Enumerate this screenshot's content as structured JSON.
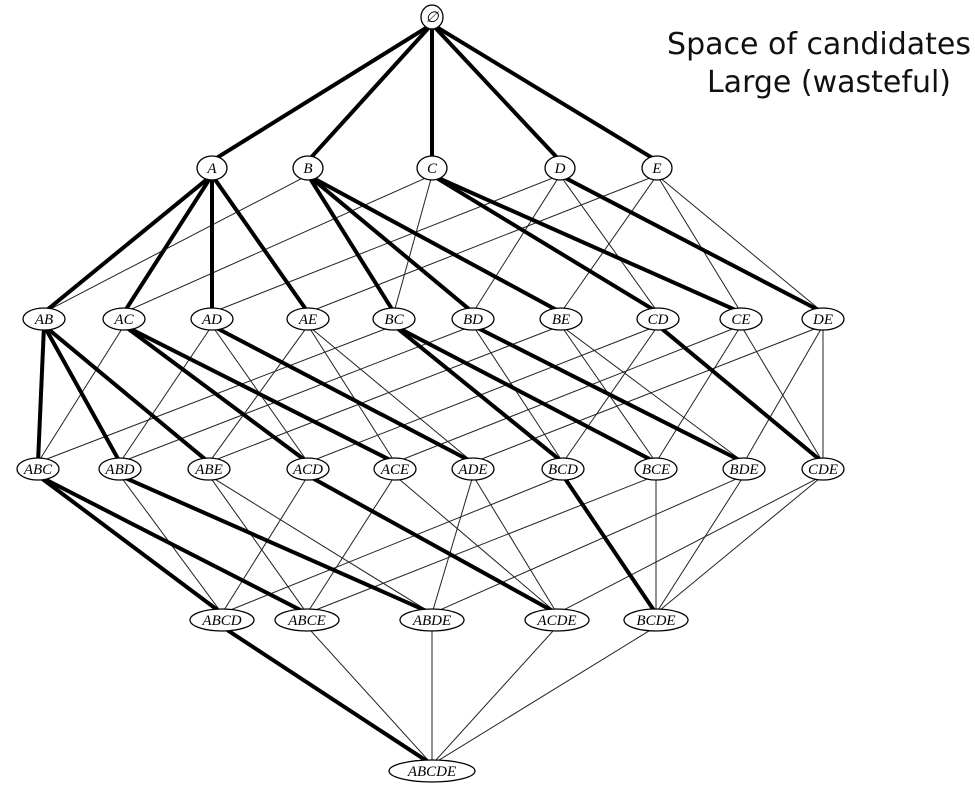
{
  "caption": {
    "line1": "Space of candidates",
    "line2": "Large (wasteful)"
  },
  "lattice": {
    "levels": [
      [
        "∅"
      ],
      [
        "A",
        "B",
        "C",
        "D",
        "E"
      ],
      [
        "AB",
        "AC",
        "AD",
        "AE",
        "BC",
        "BD",
        "BE",
        "CD",
        "CE",
        "DE"
      ],
      [
        "ABC",
        "ABD",
        "ABE",
        "ACD",
        "ACE",
        "ADE",
        "BCD",
        "BCE",
        "BDE",
        "CDE"
      ],
      [
        "ABCD",
        "ABCE",
        "ABDE",
        "ACDE",
        "BCDE"
      ],
      [
        "ABCDE"
      ]
    ],
    "bold_edges": [
      [
        "∅",
        "A"
      ],
      [
        "∅",
        "B"
      ],
      [
        "∅",
        "C"
      ],
      [
        "∅",
        "D"
      ],
      [
        "∅",
        "E"
      ],
      [
        "A",
        "AB"
      ],
      [
        "A",
        "AC"
      ],
      [
        "A",
        "AD"
      ],
      [
        "A",
        "AE"
      ],
      [
        "B",
        "BC"
      ],
      [
        "B",
        "BD"
      ],
      [
        "B",
        "BE"
      ],
      [
        "C",
        "CD"
      ],
      [
        "C",
        "CE"
      ],
      [
        "D",
        "DE"
      ],
      [
        "AB",
        "ABC"
      ],
      [
        "AB",
        "ABD"
      ],
      [
        "AB",
        "ABE"
      ],
      [
        "AC",
        "ACD"
      ],
      [
        "AC",
        "ACE"
      ],
      [
        "AD",
        "ADE"
      ],
      [
        "BC",
        "BCD"
      ],
      [
        "BC",
        "BCE"
      ],
      [
        "BD",
        "BDE"
      ],
      [
        "CD",
        "CDE"
      ],
      [
        "ABC",
        "ABCD"
      ],
      [
        "ABC",
        "ABCE"
      ],
      [
        "ABD",
        "ABDE"
      ],
      [
        "ACD",
        "ACDE"
      ],
      [
        "BCD",
        "BCDE"
      ],
      [
        "ABCD",
        "ABCDE"
      ]
    ]
  }
}
